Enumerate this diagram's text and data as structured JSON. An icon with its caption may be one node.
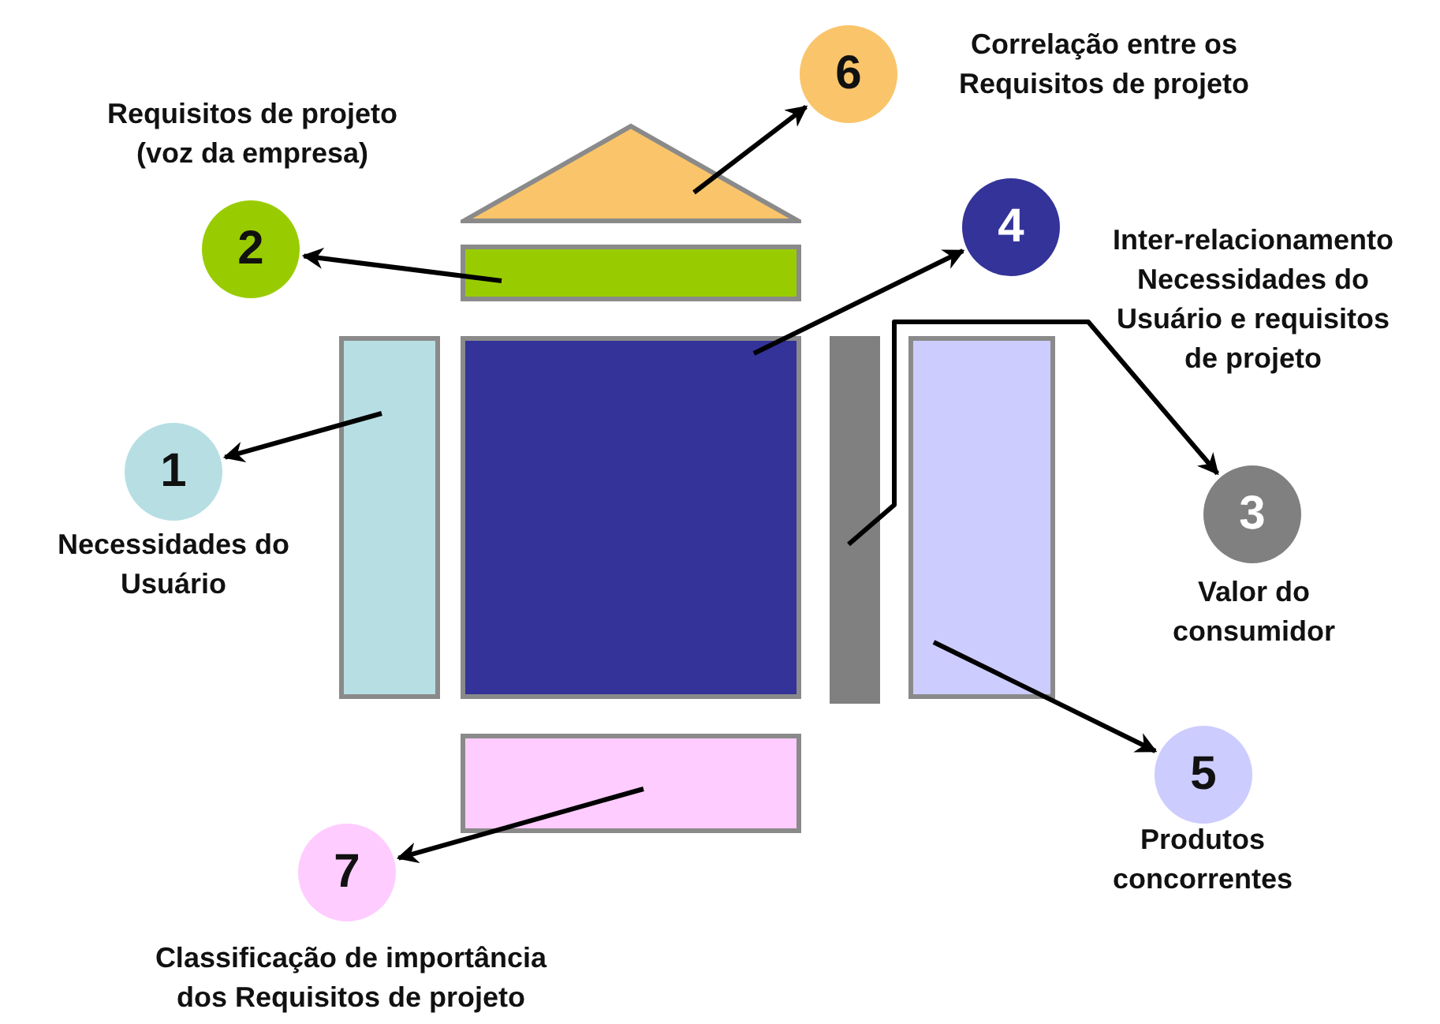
{
  "diagram": {
    "nodes": [
      {
        "text": [
          "6"
        ],
        "beside": [
          "Correlação entre os Requisitos de projeto"
        ]
      },
      {
        "text": [],
        "shape": "triangle"
      },
      {
        "text": [
          "2"
        ],
        "beside": [
          "Requisitos de projeto (voz da empresa)"
        ]
      },
      {
        "text": [],
        "shape": "bar"
      },
      {
        "text": [
          "4"
        ],
        "beside": [
          "Inter-relacionamento Necessidades do Usuário e requisitos de projeto"
        ]
      },
      {
        "text": [],
        "shape": "bar"
      },
      {
        "text": [],
        "shape": "box"
      },
      {
        "text": [],
        "shape": "bar"
      },
      {
        "text": [],
        "shape": "bar"
      },
      {
        "text": [
          "1"
        ],
        "beside": [
          "Necessidades do Usuário"
        ]
      },
      {
        "text": [
          "3"
        ],
        "beside": [
          "Valor do consumidor"
        ]
      },
      {
        "text": [
          "5"
        ],
        "beside": [
          "Produtos concorrentes"
        ]
      },
      {
        "text": [],
        "shape": "bar"
      },
      {
        "text": [
          "7"
        ],
        "beside": [
          "Classificação de importância dos Requisitos de projeto"
        ]
      }
    ],
    "edges": [
      {
        "from": 1,
        "to": 0,
        "arrow": "to"
      },
      {
        "from": 3,
        "to": 2,
        "arrow": "to"
      },
      {
        "from": 6,
        "to": 4,
        "arrow": "to"
      },
      {
        "from": 5,
        "to": 9,
        "arrow": "to"
      },
      {
        "from": 7,
        "to": 10,
        "arrow": "to"
      },
      {
        "from": 8,
        "to": 11,
        "arrow": "to"
      },
      {
        "from": 12,
        "to": 13,
        "arrow": "to"
      }
    ]
  }
}
